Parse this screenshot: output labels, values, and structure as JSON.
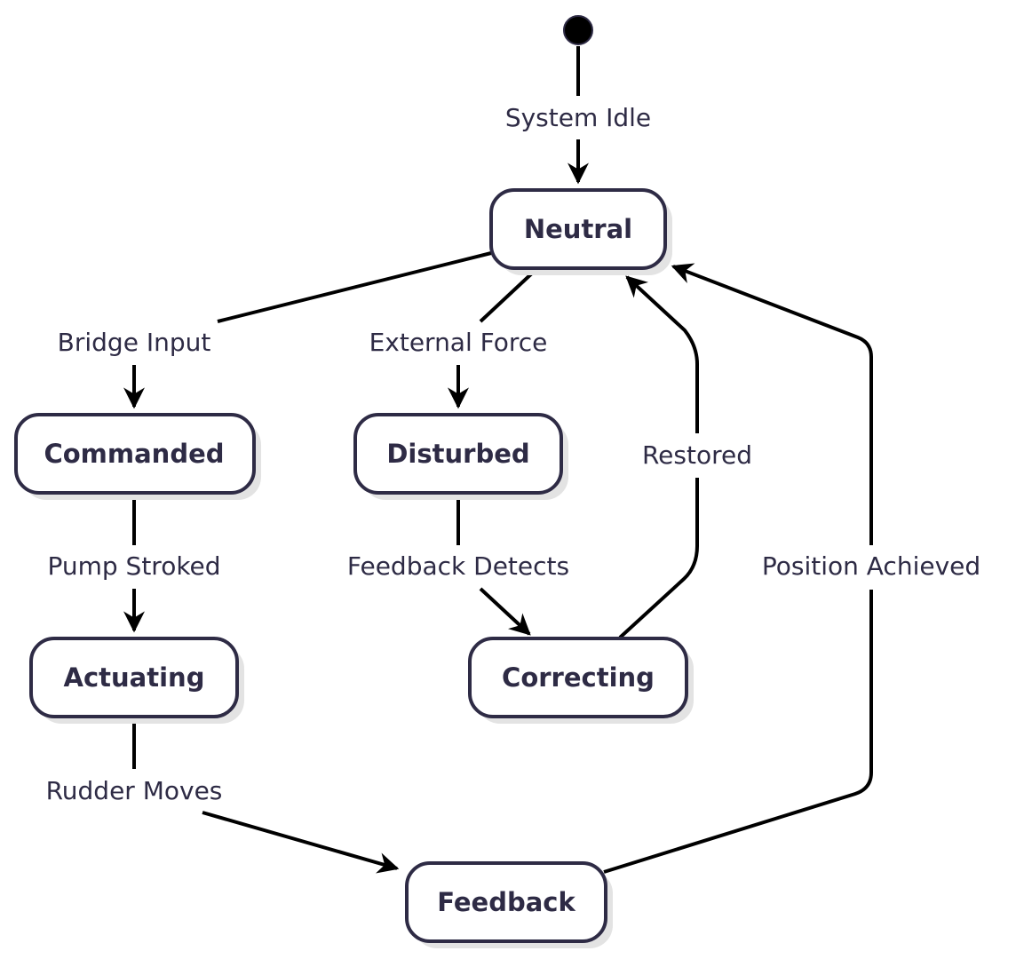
{
  "diagram": {
    "type": "state-machine",
    "start_state": "initial",
    "states": {
      "neutral": "Neutral",
      "commanded": "Commanded",
      "disturbed": "Disturbed",
      "actuating": "Actuating",
      "correcting": "Correcting",
      "feedback": "Feedback"
    },
    "transitions": {
      "system_idle": {
        "label": "System Idle",
        "from": "initial",
        "to": "neutral"
      },
      "bridge_input": {
        "label": "Bridge Input",
        "from": "neutral",
        "to": "commanded"
      },
      "external_force": {
        "label": "External Force",
        "from": "neutral",
        "to": "disturbed"
      },
      "pump_stroked": {
        "label": "Pump Stroked",
        "from": "commanded",
        "to": "actuating"
      },
      "feedback_detects": {
        "label": "Feedback Detects",
        "from": "disturbed",
        "to": "correcting"
      },
      "rudder_moves": {
        "label": "Rudder Moves",
        "from": "actuating",
        "to": "feedback"
      },
      "restored": {
        "label": "Restored",
        "from": "correcting",
        "to": "neutral"
      },
      "position_achieved": {
        "label": "Position Achieved",
        "from": "feedback",
        "to": "neutral"
      }
    },
    "colors": {
      "node_border": "#2e2b45",
      "node_text": "#2e2b45",
      "edge": "#000000",
      "shadow": "#e3e3e3"
    }
  }
}
